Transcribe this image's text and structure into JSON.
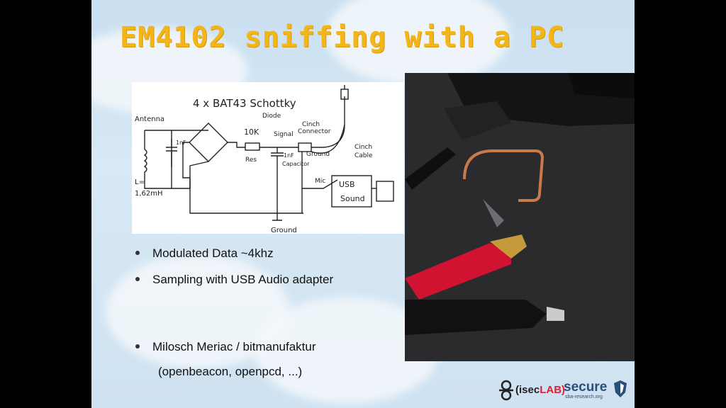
{
  "slide": {
    "title": "EM4102 sniffing with a PC",
    "schematic": {
      "label_antenna": "Antenna",
      "label_cap1": "1nF",
      "label_inductance_l": "L=",
      "label_inductance_val": "1,62mH",
      "label_diodes": "4 x BAT43 Schottky",
      "label_diodes2": "Diode",
      "label_res_val": "10K",
      "label_res": "Res",
      "label_signal": "Signal",
      "label_cinch_conn1": "Cinch",
      "label_cinch_conn2": "Connector",
      "label_cap2": "1nF",
      "label_capacitor": "Capacitor",
      "label_ground_top": "Ground",
      "label_ground_bottom": "Ground",
      "label_cinch_cable1": "Cinch",
      "label_cinch_cable2": "Cable",
      "label_mic": "Mic",
      "label_usb1": "USB",
      "label_usb2": "Sound"
    },
    "bullets": [
      "Modulated Data ~4khz",
      "Sampling with USB Audio adapter",
      "Milosch Meriac / bitmanufaktur"
    ],
    "continuation": "(openbeacon, openpcd, ...)",
    "logos": {
      "iseclab_prefix": "(isec",
      "iseclab_lab": "LAB)",
      "secure": "secure",
      "secure_sub": "sba-research.org"
    }
  }
}
